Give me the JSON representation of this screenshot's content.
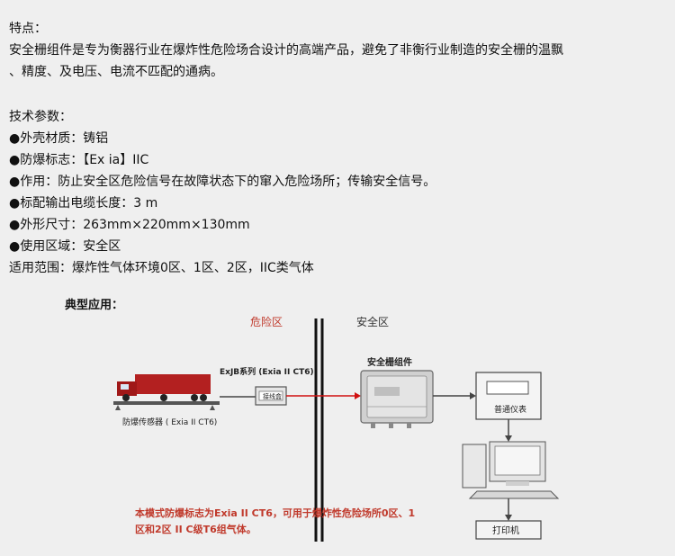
{
  "features": {
    "heading": "特点：",
    "line1": "安全栅组件是专为衡器行业在爆炸性危险场合设计的高端产品，避免了非衡行业制造的安全栅的温飘",
    "line2": "、精度、及电压、电流不匹配的通病。"
  },
  "specs": {
    "heading": "技术参数：",
    "items": [
      "●外壳材质：铸铝",
      "●防爆标志：【Ex ia】IIC",
      "●作用：防止安全区危险信号在故障状态下的窜入危险场所；传输安全信号。",
      "●标配输出电缆长度：3 m",
      "●外形尺寸：263mm×220mm×130mm",
      "●使用区域：安全区"
    ],
    "scope": "适用范围：爆炸性气体环境0区、1区、2区，IIC类气体"
  },
  "application": {
    "title": "典型应用：",
    "zone_danger": "危险区",
    "zone_safe": "安全区",
    "junction_label": "ExJB系列 (Exia II CT6)",
    "junction_box": "接线盒",
    "sensor_label": "防爆传感器 ( Exia II CT6)",
    "barrier_label": "安全栅组件",
    "instrument_label": "普通仪表",
    "printer_label": "打印机",
    "note_line1": "本模式防爆标志为Exia II CT6，可用于爆炸性危险场所0区、1",
    "note_line2": "区和2区 II C级T6组气体。",
    "colors": {
      "danger": "#c0392b",
      "note": "#c0392b",
      "wire_red": "#d01010",
      "wire_gray": "#444444"
    }
  }
}
